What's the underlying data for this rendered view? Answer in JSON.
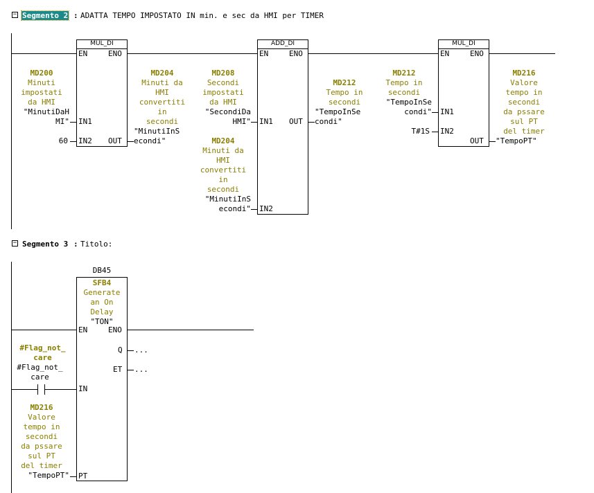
{
  "seg2": {
    "toggle": "−",
    "label": "Segmento 2",
    "sep": ":",
    "title": "ADATTA TEMPO IMPOSTATO IN min. e sec da HMI per TIMER",
    "mul1": {
      "name": "MUL_DI",
      "en": "EN",
      "eno": "ENO",
      "in1": "IN1",
      "in2": "IN2",
      "out": "OUT",
      "in1_addr": "MD200",
      "in1_comment": "Minuti\nimpostati\nda HMI",
      "in1_sym": "\"MinutiDaH\nMI\"",
      "in2_val": "60",
      "out_addr": "MD204",
      "out_comment": "Minuti da\nHMI\nconvertiti\nin\nsecondi",
      "out_sym": "\"MinutiInS\necondi\""
    },
    "add": {
      "name": "ADD_DI",
      "en": "EN",
      "eno": "ENO",
      "in1": "IN1",
      "in2": "IN2",
      "out": "OUT",
      "in1_addr": "MD208",
      "in1_comment": "Secondi\nimpostati\nda HMI",
      "in1_sym": "\"SecondiDa\nHMI\"",
      "in2_addr": "MD204",
      "in2_comment": "Minuti da\nHMI\nconvertiti\nin\nsecondi",
      "in2_sym": "\"MinutiInS\necondi\"",
      "out_addr": "MD212",
      "out_comment": "Tempo in\nsecondi",
      "out_sym": "\"TempoInSe\ncondi\""
    },
    "mul2": {
      "name": "MUL_DI",
      "en": "EN",
      "eno": "ENO",
      "in1": "IN1",
      "in2": "IN2",
      "out": "OUT",
      "in1_addr": "MD212",
      "in1_comment": "Tempo in\nsecondi",
      "in1_sym": "\"TempoInSe\ncondi\"",
      "in2_val": "T#1S",
      "out_addr": "MD216",
      "out_comment": "Valore\ntempo in\nsecondi\nda pssare\nsul PT\ndel timer",
      "out_sym": "\"TempoPT\""
    }
  },
  "seg3": {
    "toggle": "−",
    "label": "Segmento 3",
    "sep": ":",
    "title": "Titolo:",
    "db": "DB45",
    "sfb": "SFB4",
    "sfb_comment": "Generate\nan On\nDelay",
    "sfb_sym": "\"TON\"",
    "en": "EN",
    "eno": "ENO",
    "q": "Q",
    "et": "ET",
    "in": "IN",
    "pt": "PT",
    "q_val": "...",
    "et_val": "...",
    "contact_addr": "#Flag_not_\ncare",
    "contact_sym": "#Flag_not_\ncare",
    "pt_addr": "MD216",
    "pt_comment": "Valore\ntempo in\nsecondi\nda pssare\nsul PT\ndel timer",
    "pt_sym": "\"TempoPT\""
  }
}
